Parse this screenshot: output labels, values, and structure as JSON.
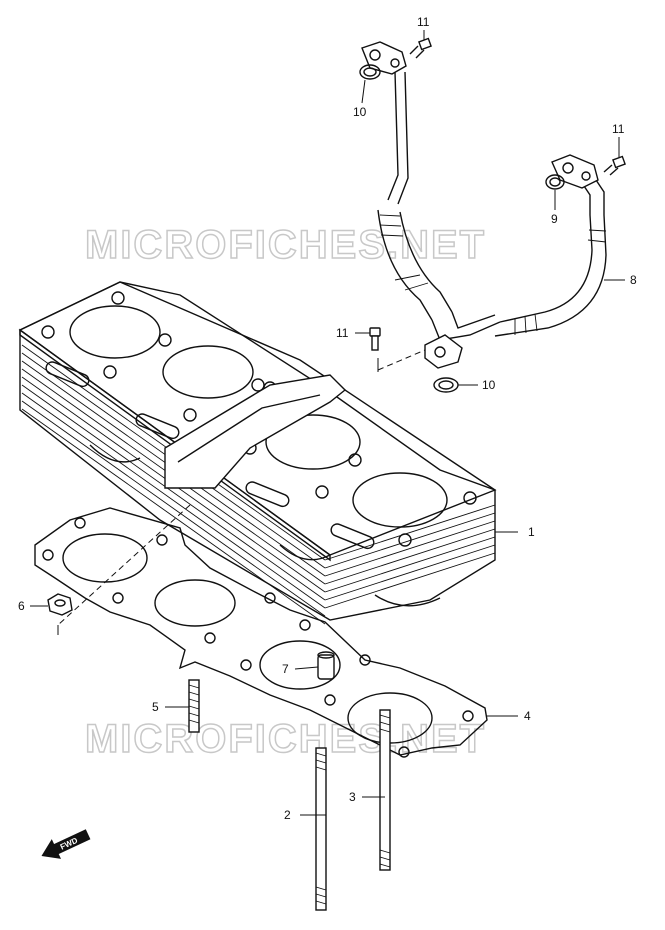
{
  "watermark": "MICROFICHES.NET",
  "fwd_label": "FWD",
  "callouts": [
    {
      "id": "c1",
      "label": "1"
    },
    {
      "id": "c2",
      "label": "2"
    },
    {
      "id": "c3",
      "label": "3"
    },
    {
      "id": "c4",
      "label": "4"
    },
    {
      "id": "c5",
      "label": "5"
    },
    {
      "id": "c6",
      "label": "6"
    },
    {
      "id": "c7",
      "label": "7"
    },
    {
      "id": "c8",
      "label": "8"
    },
    {
      "id": "c9",
      "label": "9"
    },
    {
      "id": "c10a",
      "label": "10"
    },
    {
      "id": "c10b",
      "label": "10"
    },
    {
      "id": "c11a",
      "label": "11"
    },
    {
      "id": "c11b",
      "label": "11"
    },
    {
      "id": "c11c",
      "label": "11"
    }
  ]
}
